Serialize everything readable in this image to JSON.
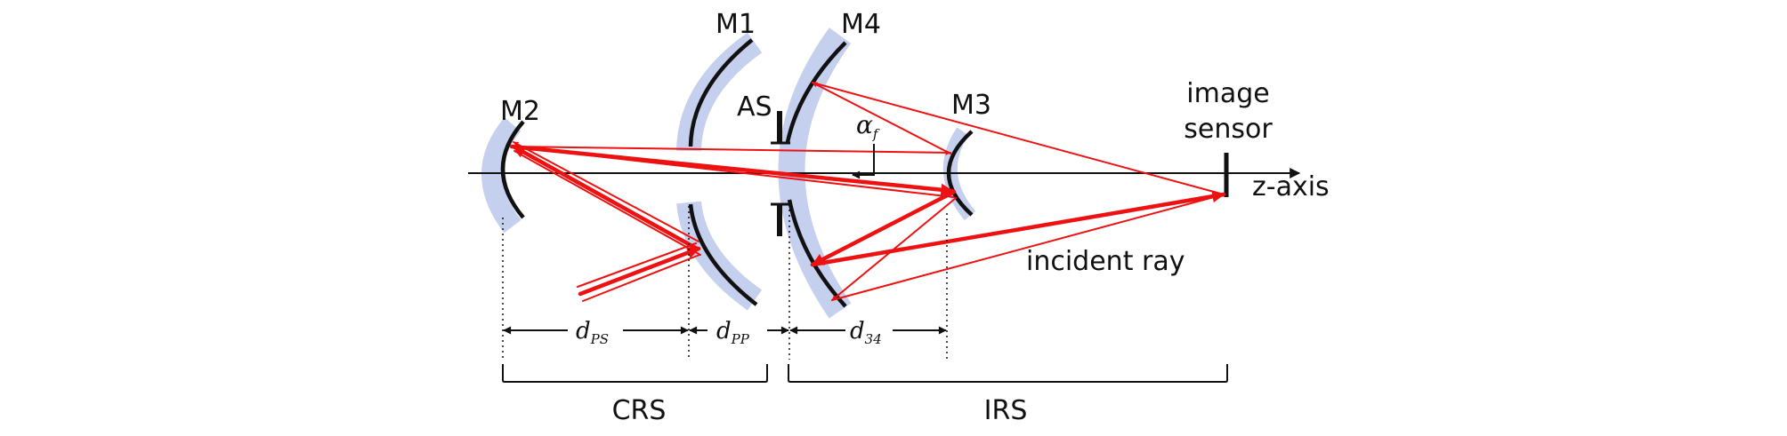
{
  "labels": {
    "m1": "M1",
    "m2": "M2",
    "m3": "M3",
    "m4": "M4",
    "as": "AS",
    "alpha": "α",
    "alpha_sub": "f",
    "sensor_line1": "image",
    "sensor_line2": "sensor",
    "z_axis": "z-axis",
    "incident_ray": "incident ray",
    "crs": "CRS",
    "irs": "IRS"
  },
  "dimensions": {
    "d_ps": {
      "symbol": "d",
      "sub": "PS"
    },
    "d_pp": {
      "symbol": "d",
      "sub": "PP"
    },
    "d_34": {
      "symbol": "d",
      "sub": "34"
    }
  },
  "colors": {
    "mirror_substrate": "#c5d0ee",
    "mirror_surface": "#111111",
    "ray": "#ee1111",
    "axis": "#111111"
  }
}
